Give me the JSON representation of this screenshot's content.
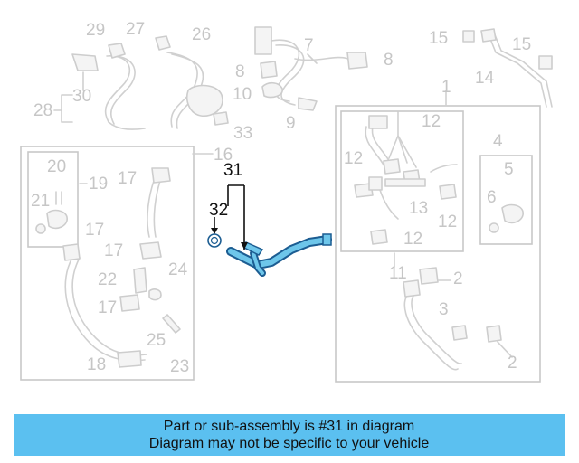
{
  "diagram": {
    "highlighted_part": "31",
    "labels": {
      "l1": "1",
      "l2a": "2",
      "l2b": "2",
      "l3": "3",
      "l4": "4",
      "l5": "5",
      "l6": "6",
      "l7": "7",
      "l8a": "8",
      "l8b": "8",
      "l9": "9",
      "l10": "10",
      "l11": "11",
      "l12a": "12",
      "l12b": "12",
      "l12c": "12",
      "l12d": "12",
      "l13": "13",
      "l14": "14",
      "l15a": "15",
      "l15b": "15",
      "l16": "16",
      "l17a": "17",
      "l17b": "17",
      "l17c": "17",
      "l17d": "17",
      "l18": "18",
      "l19": "19",
      "l20": "20",
      "l21": "21",
      "l22": "22",
      "l23": "23",
      "l24": "24",
      "l25": "25",
      "l26": "26",
      "l27": "27",
      "l28": "28",
      "l29": "29",
      "l30": "30",
      "l31": "31",
      "l32": "32",
      "l33": "33"
    },
    "colors": {
      "highlight_fill": "#6ec6ea",
      "highlight_stroke": "#1c5d92",
      "faded": "#c8c8c8",
      "banner": "#5bc0f0"
    }
  },
  "banner": {
    "line1": "Part or sub-assembly is #31 in diagram",
    "line2": "Diagram may not be specific to your vehicle"
  }
}
